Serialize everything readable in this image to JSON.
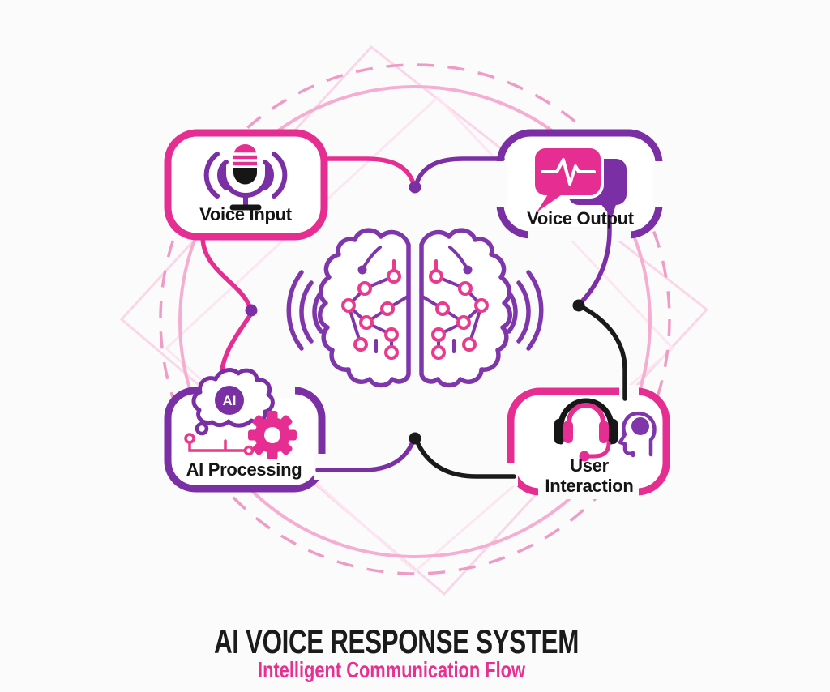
{
  "title": {
    "heading": "AI VOICE RESPONSE SYSTEM",
    "subheading": "Intelligent Communication Flow"
  },
  "nodes": {
    "voice_input": {
      "label": "Voice Input",
      "icon": "microphone-sound-waves-icon",
      "border_color": "#e62e92"
    },
    "voice_output": {
      "label": "Voice Output",
      "icon": "speech-bubbles-waveform-icon",
      "border_color": "#7b2fa5"
    },
    "ai_processing": {
      "label": "AI Processing",
      "badge": "AI",
      "icon": "ai-cloud-gear-circuit-icon",
      "border_color": "#7b2fa5"
    },
    "user_interaction": {
      "label_line1": "User",
      "label_line2": "Interaction",
      "icon": "headset-head-profile-icon",
      "border_color": "#e62e92"
    }
  },
  "center": {
    "icon": "ai-brain-circuit-icon"
  },
  "colors": {
    "pink": "#e62e92",
    "purple": "#7b2fa5",
    "brain_purple": "#8036ab",
    "node_pink": "#e93a8c",
    "black": "#1a1a1a",
    "subtitle_pink": "#e7308f",
    "light_circle": "#f5aed2",
    "dashed_circle": "#ee9cc6",
    "diamond_line": "#fad7e8"
  }
}
